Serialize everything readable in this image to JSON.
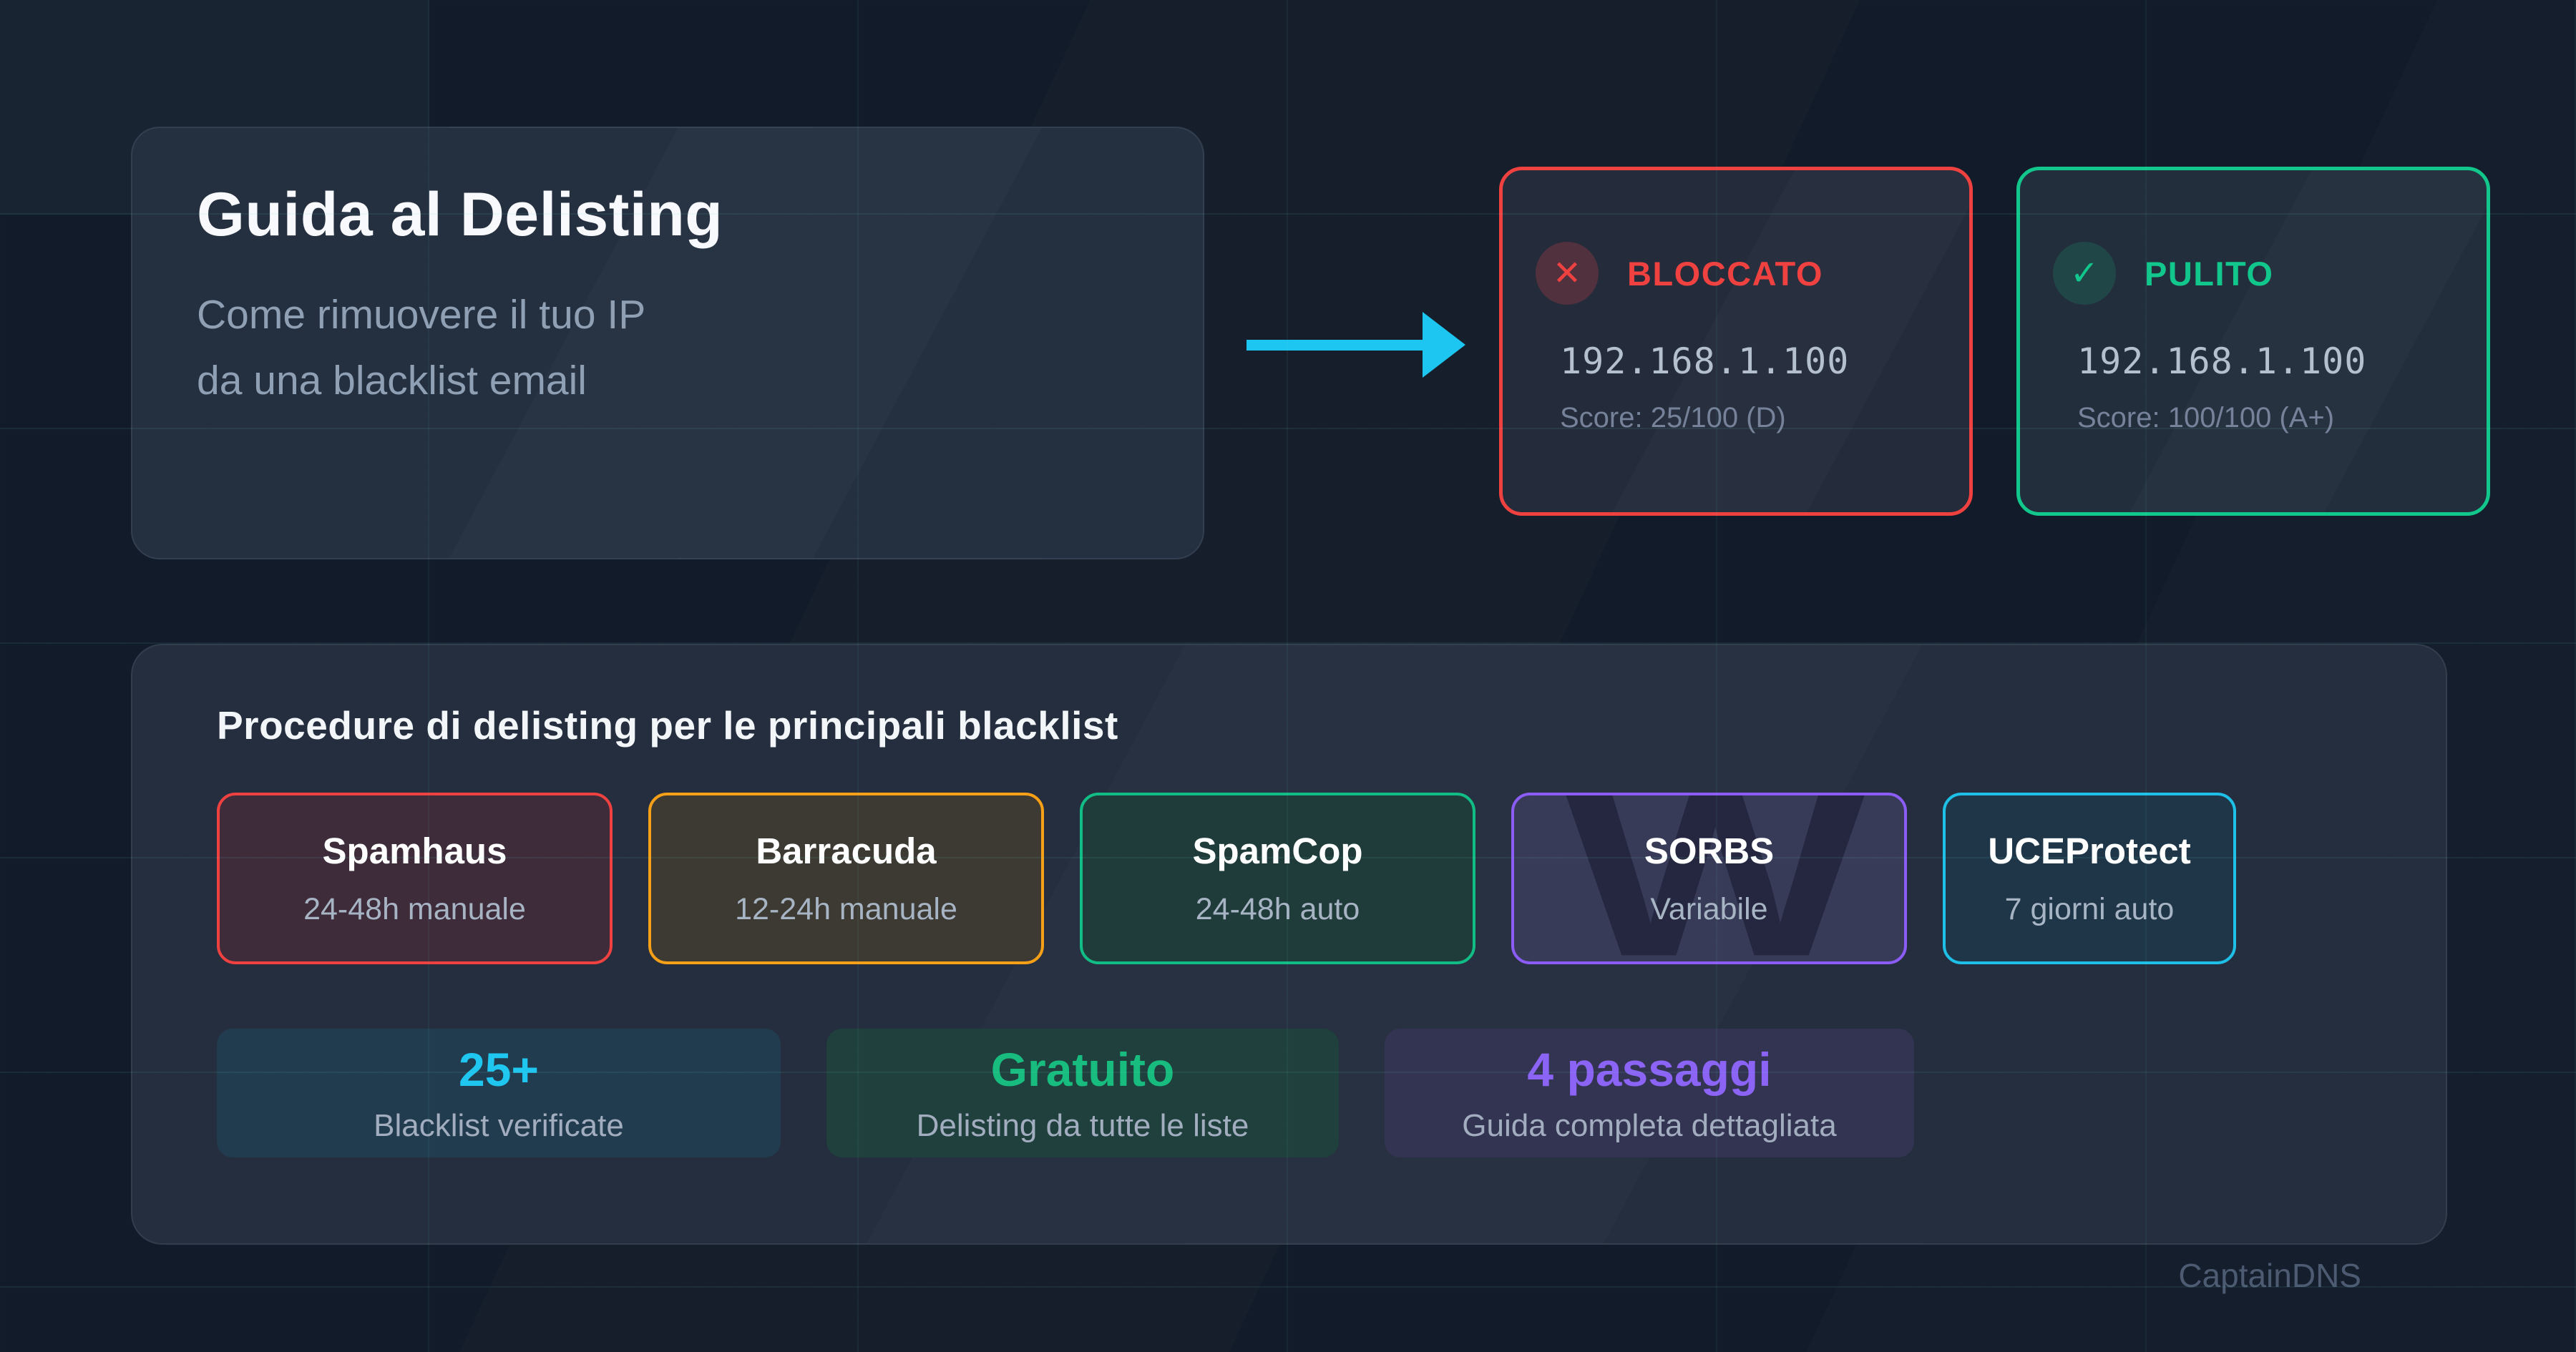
{
  "header": {
    "title": "Guida al Delisting",
    "subtitle_line1": "Come rimuovere il tuo IP",
    "subtitle_line2": "da una blacklist email"
  },
  "arrow": {
    "icon": "right-arrow-icon",
    "color": "#1cc6f0"
  },
  "comparison": {
    "blocked": {
      "icon": "✕",
      "label": "BLOCCATO",
      "ip": "192.168.1.100",
      "score": "Score: 25/100 (D)",
      "accent": "#ee4140"
    },
    "clean": {
      "icon": "✓",
      "label": "PULITO",
      "ip": "192.168.1.100",
      "score": "Score: 100/100 (A+)",
      "accent": "#12c78b"
    }
  },
  "procedures": {
    "heading": "Procedure di delisting per le principali blacklist",
    "blacklists": [
      {
        "name": "Spamhaus",
        "time": "24-48h manuale",
        "accent": "#ee4140"
      },
      {
        "name": "Barracuda",
        "time": "12-24h manuale",
        "accent": "#f5a017"
      },
      {
        "name": "SpamCop",
        "time": "24-48h auto",
        "accent": "#12bd85"
      },
      {
        "name": "SORBS",
        "time": "Variabile",
        "accent": "#8b5cf6",
        "watermark": "W"
      },
      {
        "name": "UCEProtect",
        "time": "7 giorni auto",
        "accent": "#1fc0e8"
      }
    ],
    "stats": [
      {
        "value": "25+",
        "label": "Blacklist verificate",
        "accent": "#1fc6f0"
      },
      {
        "value": "Gratuito",
        "label": "Delisting da tutte le liste",
        "accent": "#17bc7e"
      },
      {
        "value": "4 passaggi",
        "label": "Guida completa dettagliata",
        "accent": "#8b63f5"
      }
    ]
  },
  "brand": "CaptainDNS"
}
